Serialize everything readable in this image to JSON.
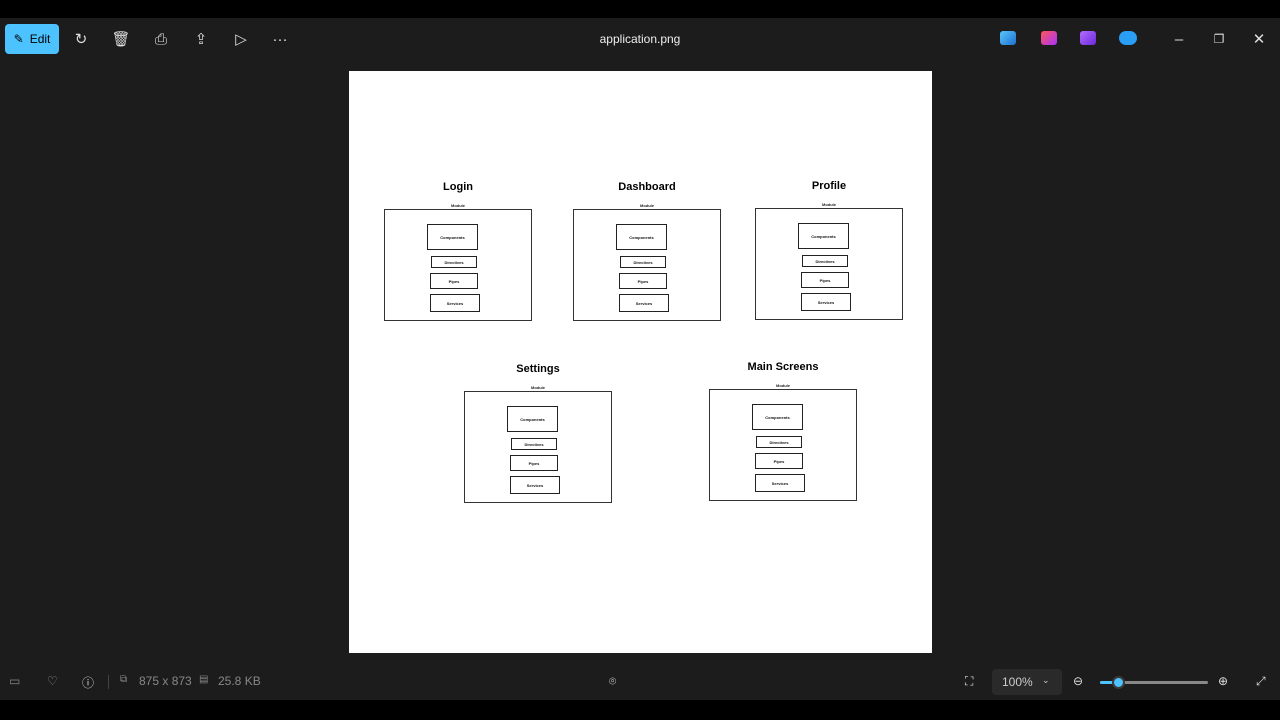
{
  "toolbar": {
    "edit_label": "Edit",
    "title": "application.png"
  },
  "image": {
    "module_label": "Module",
    "items": [
      "Components",
      "Directives",
      "Pipes",
      "Services"
    ],
    "diagrams": [
      {
        "title": "Login"
      },
      {
        "title": "Dashboard"
      },
      {
        "title": "Profile"
      },
      {
        "title": "Settings"
      },
      {
        "title": "Main Screens"
      }
    ]
  },
  "status": {
    "dimensions": "875 x 873",
    "file_size": "25.8 KB",
    "zoom": "100%",
    "zoom_percent": 100,
    "zoom_slider_fraction": 0.17
  },
  "colors": {
    "accent": "#4cc2ff"
  }
}
